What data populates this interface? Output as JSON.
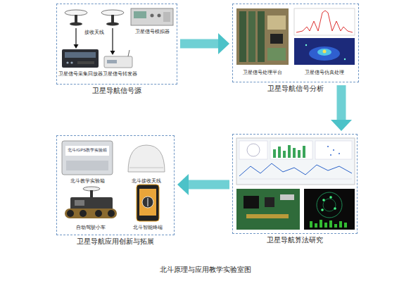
{
  "diagram": {
    "caption": "北斗原理与应用教学实验室图",
    "nodes": [
      {
        "text": [
          "卫星导航信号源"
        ]
      },
      {
        "text": [
          "卫星导航信号分析"
        ]
      },
      {
        "text": [
          "卫星导航应用创新与拓展"
        ]
      },
      {
        "text": [
          "卫星导航算法研究"
        ]
      }
    ],
    "edges": [
      {
        "from": 0,
        "to": 1,
        "arrow": "to"
      },
      {
        "from": 1,
        "to": 3,
        "arrow": "to"
      },
      {
        "from": 3,
        "to": 2,
        "arrow": "to"
      }
    ],
    "labels": [
      "接收天线",
      "卫星信号模拟器",
      "卫星信号采集回放器",
      "卫星信号转发器",
      "卫星信号处理平台",
      "卫星信号仿真处理",
      "北斗/GPS教学实验箱",
      "北斗教学实验箱",
      "北斗接收天线",
      "自动驾驶小车",
      "北斗智能终端"
    ]
  }
}
